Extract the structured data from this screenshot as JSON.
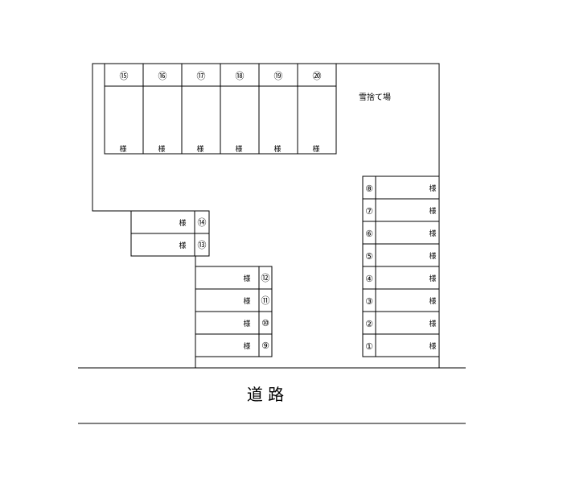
{
  "snow_area_label": "雪捨て場",
  "road_label": "道 路",
  "owner_label": "様",
  "top_row_spaces": [
    "⑮",
    "⑯",
    "⑰",
    "⑱",
    "⑲",
    "⑳"
  ],
  "left_middle_spaces": [
    "⑭",
    "⑬"
  ],
  "center_spaces": [
    "⑫",
    "⑪",
    "⑩",
    "⑨"
  ],
  "right_column_spaces": [
    "⑧",
    "⑦",
    "⑥",
    "⑤",
    "④",
    "③",
    "②",
    "①"
  ]
}
